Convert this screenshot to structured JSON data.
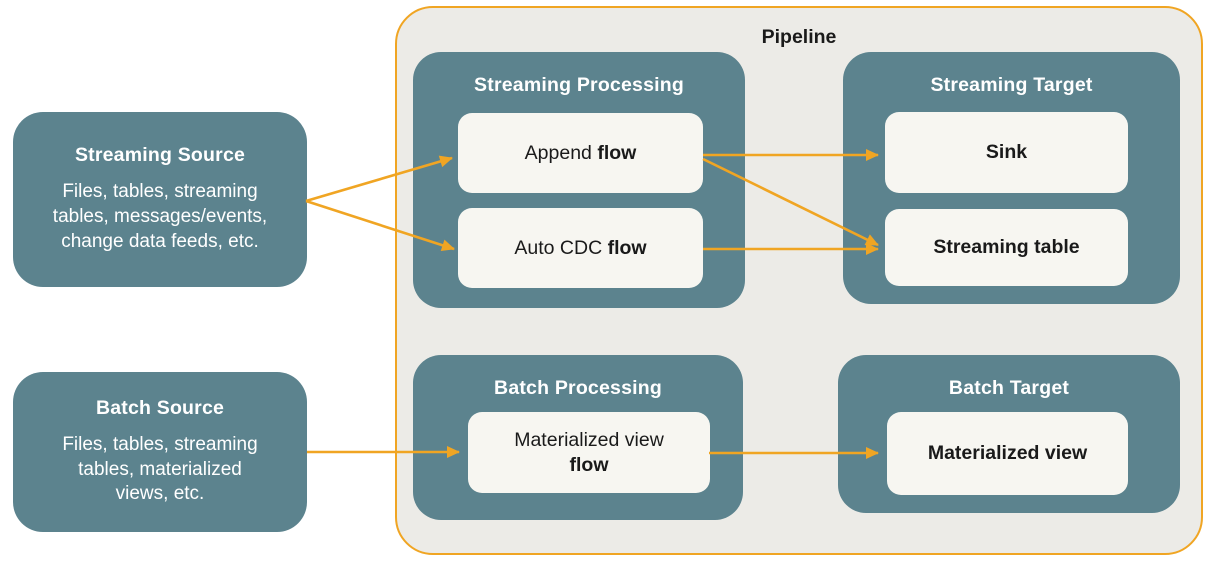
{
  "colors": {
    "teal": "#5C838E",
    "panel_bg": "#ECEBE7",
    "card_bg": "#F7F6F1",
    "accent": "#F0A523",
    "text_dark": "#1A1A1A",
    "text_light": "#FFFFFF"
  },
  "pipeline": {
    "label": "Pipeline"
  },
  "sources": {
    "streaming": {
      "title": "Streaming Source",
      "body": "Files, tables, streaming\ntables, messages/events,\nchange data feeds, etc."
    },
    "batch": {
      "title": "Batch Source",
      "body": "Files, tables, streaming\ntables, materialized\nviews, etc."
    }
  },
  "streaming_processing": {
    "title": "Streaming Processing",
    "cards": [
      {
        "pre": "Append",
        "bold": "flow"
      },
      {
        "pre": "Auto CDC",
        "bold": "flow"
      }
    ]
  },
  "streaming_target": {
    "title": "Streaming Target",
    "cards": [
      {
        "bold": "Sink"
      },
      {
        "bold": "Streaming table"
      }
    ]
  },
  "batch_processing": {
    "title": "Batch Processing",
    "cards": [
      {
        "pre": "Materialized view",
        "bold": "flow"
      }
    ]
  },
  "batch_target": {
    "title": "Batch Target",
    "cards": [
      {
        "bold": "Materialized view"
      }
    ]
  }
}
